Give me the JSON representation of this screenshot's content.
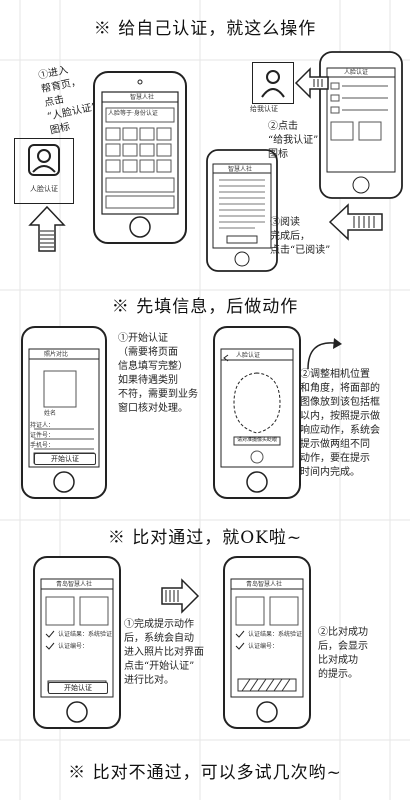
{
  "sections": {
    "s1_title": "※ 给自己认证，就这么操作",
    "s2_title": "※ 先填信息，后做动作",
    "s3_title": "※ 比对通过，就OK啦~",
    "s4_title": "※ 比对不通过，可以多试几次哟~"
  },
  "step1": {
    "note": "①进入\n帮育页，\n点击\n“人脸认证”\n图标",
    "icon_label": "人脸认证",
    "screen_title": "智慧人社",
    "screen_banner": "人脸等于·身份认证"
  },
  "step2": {
    "note": "②点击\n“给我认证”\n图标",
    "icon_label": "给我认证",
    "screen_title": "人脸认证",
    "menu_items": [
      "",
      "",
      ""
    ]
  },
  "step3": {
    "note": "③阅读\n完成后，\n点击“已阅读”",
    "screen_title": "智慧人社"
  },
  "step4": {
    "screen_title": "照片对比",
    "name_label": "姓名",
    "form_labels": [
      "持证人：",
      "证件号：",
      "手机号："
    ],
    "button_label": "开始认证",
    "note": "①开始认证\n（需要将页面\n信息填写完整）\n如果待遇类别\n不符，需要到业务\n窗口核对处理。"
  },
  "step5": {
    "screen_title": "人脸认证",
    "hint_button": "请对准摄像头眨眼",
    "note": "②调整相机位置\n和角度，将面部的\n图像放到该包括框\n以内，按照提示做\n响应动作，系统会\n提示做两组不同\n动作，要在提示\n时间内完成。"
  },
  "step6": {
    "screen_title": "青岛智慧人社",
    "check_labels": [
      "",
      "认证结果：系统验证",
      "认证编号："
    ],
    "button_label": "开始认证",
    "note": "①完成提示动作\n后，系统会自动\n进入照片比对界面\n点击“开始认证”\n进行比对。"
  },
  "step7": {
    "screen_title": "青岛智慧人社",
    "check_labels": [
      "",
      "认证结果：系统验证",
      "认证编号："
    ],
    "note": "②比对成功\n后，会显示\n比对成功\n的提示。"
  },
  "colors": {
    "ink": "#1a1a1a",
    "paper": "#ffffff",
    "grid": "#e4e4e4"
  },
  "icons": [
    "person-icon",
    "arrow-up-icon",
    "arrow-left-icon",
    "arrow-right-icon",
    "curl-arrow-icon",
    "face-outline-icon",
    "check-icon"
  ]
}
